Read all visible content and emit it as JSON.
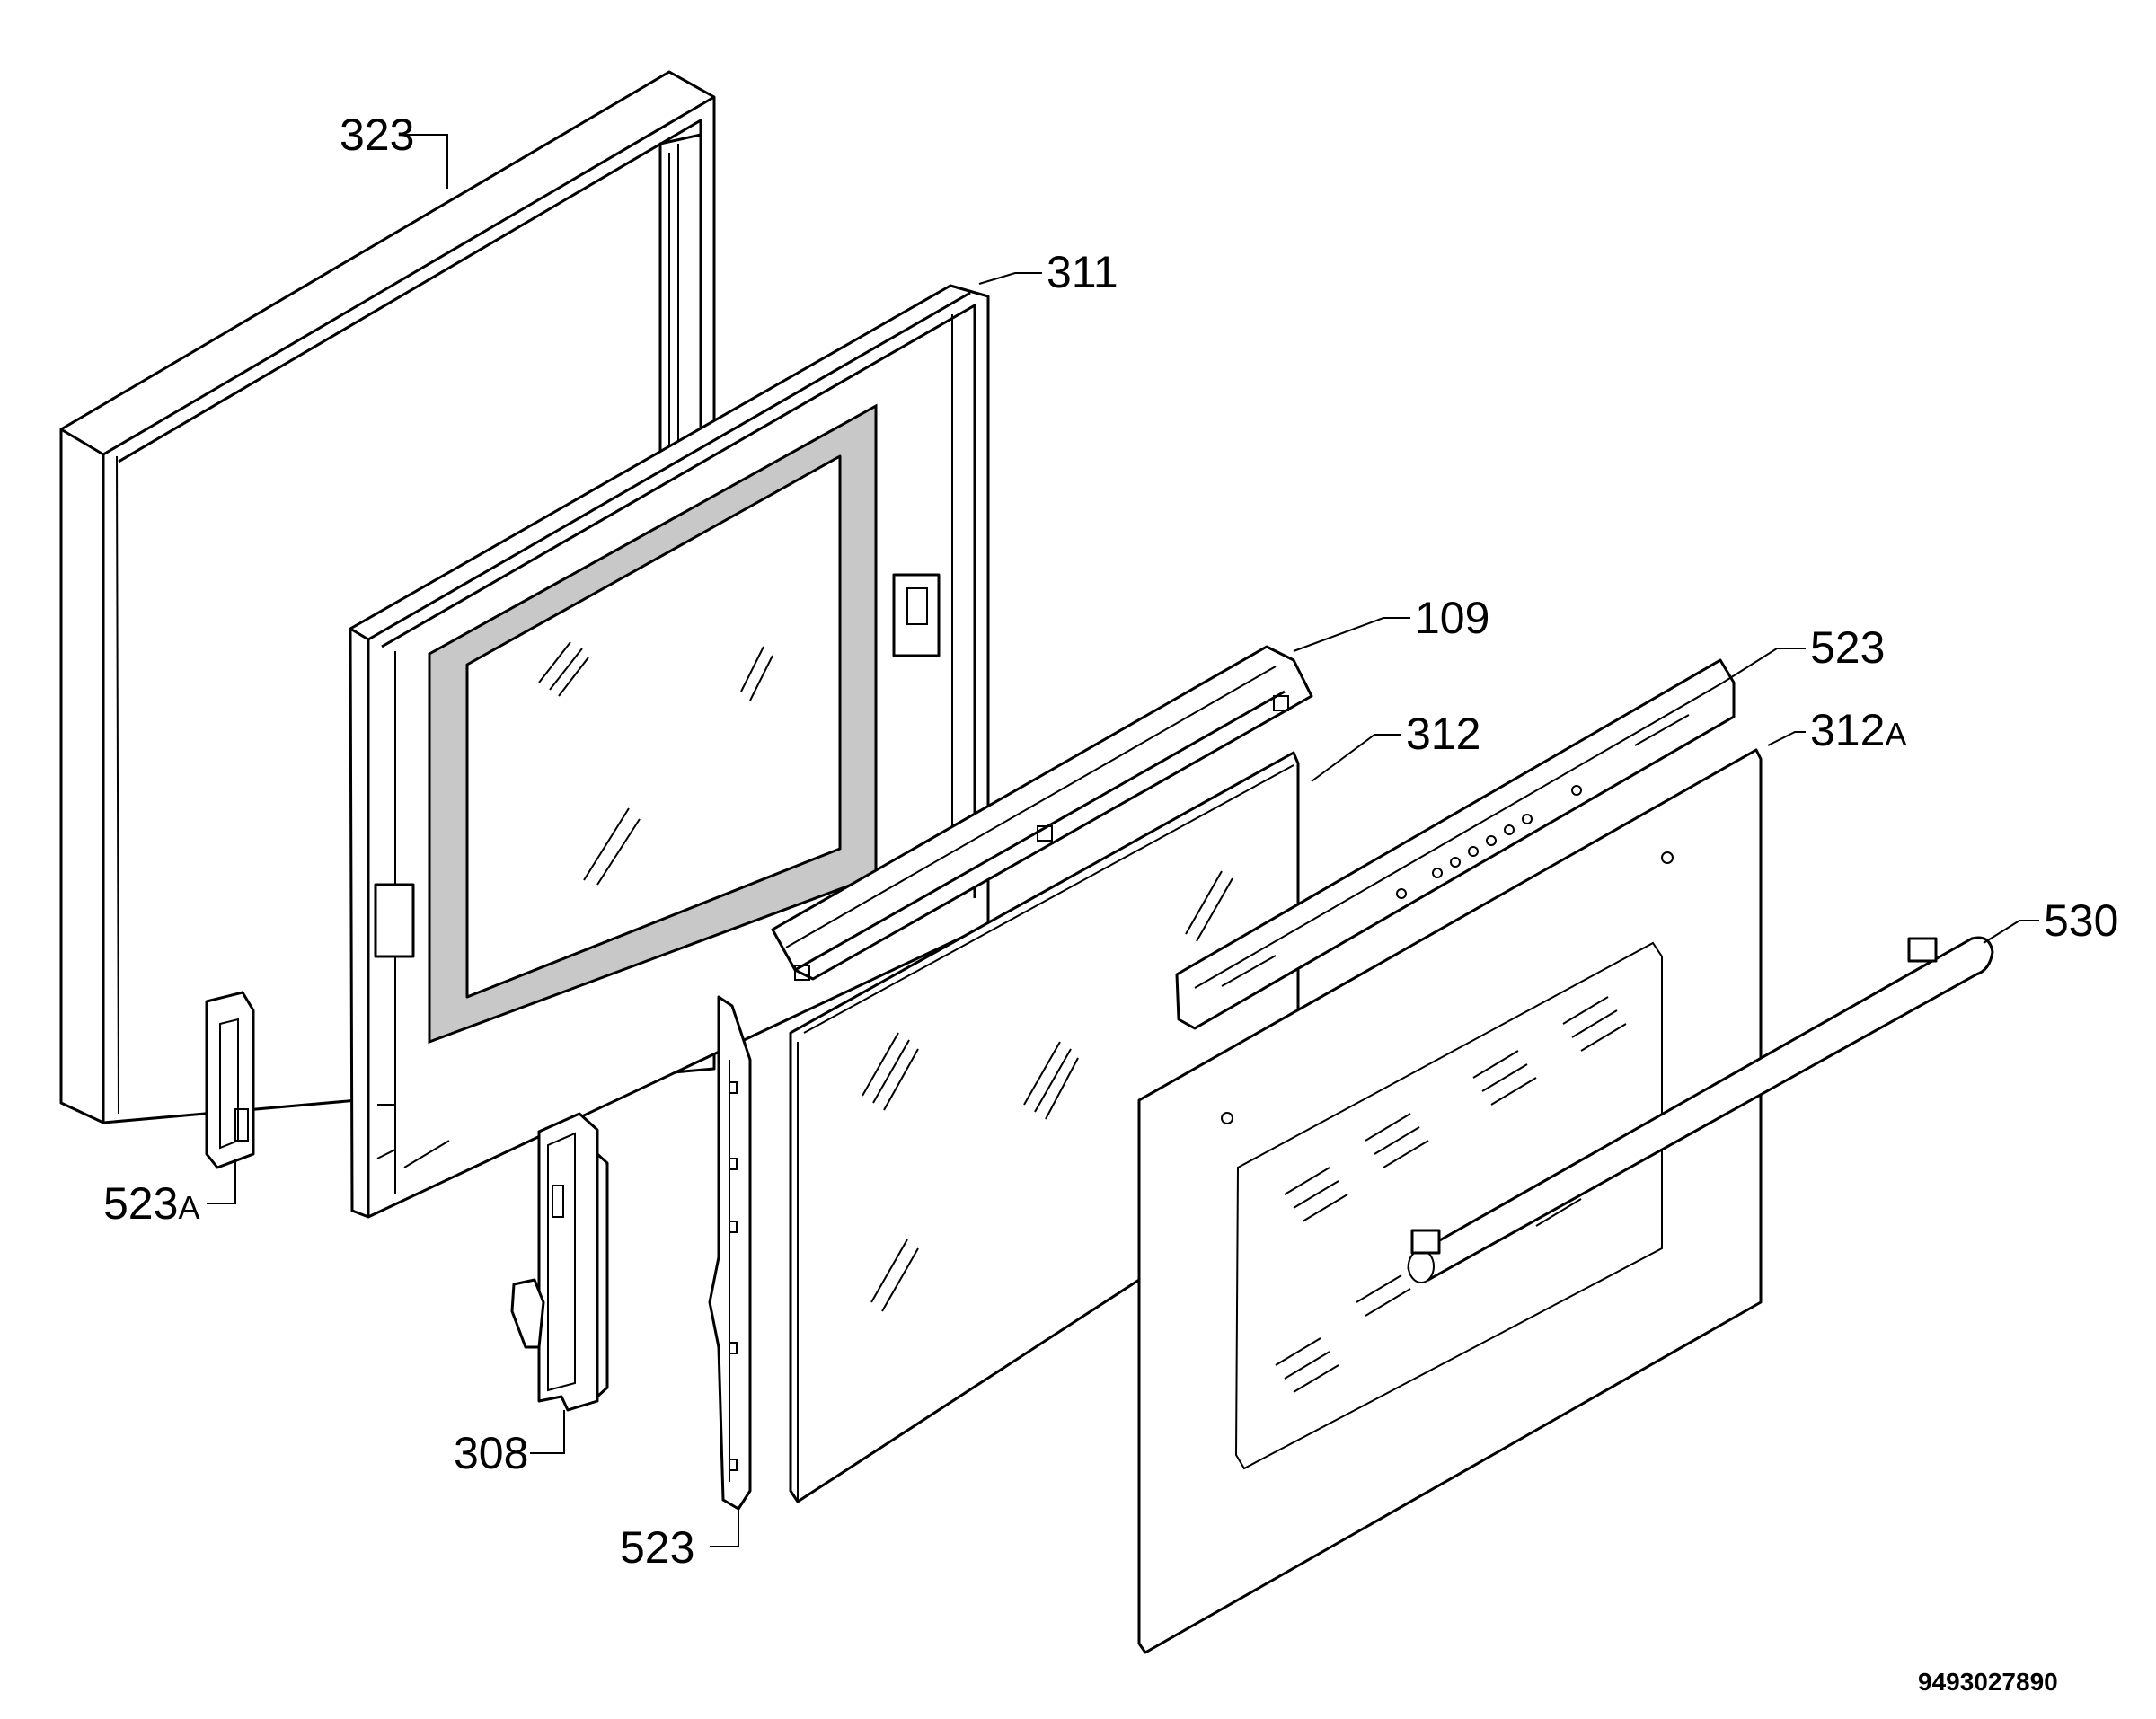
{
  "diagram": {
    "callouts": [
      {
        "id": "323",
        "text": "323",
        "suffix": ""
      },
      {
        "id": "311",
        "text": "311",
        "suffix": ""
      },
      {
        "id": "109",
        "text": "109",
        "suffix": ""
      },
      {
        "id": "312",
        "text": "312",
        "suffix": ""
      },
      {
        "id": "523-top",
        "text": "523",
        "suffix": ""
      },
      {
        "id": "312a",
        "text": "312",
        "suffix": "A"
      },
      {
        "id": "530",
        "text": "530",
        "suffix": ""
      },
      {
        "id": "523a",
        "text": "523",
        "suffix": "A"
      },
      {
        "id": "308",
        "text": "308",
        "suffix": ""
      },
      {
        "id": "523-bottom",
        "text": "523",
        "suffix": ""
      }
    ],
    "document_number": "9493027890"
  }
}
